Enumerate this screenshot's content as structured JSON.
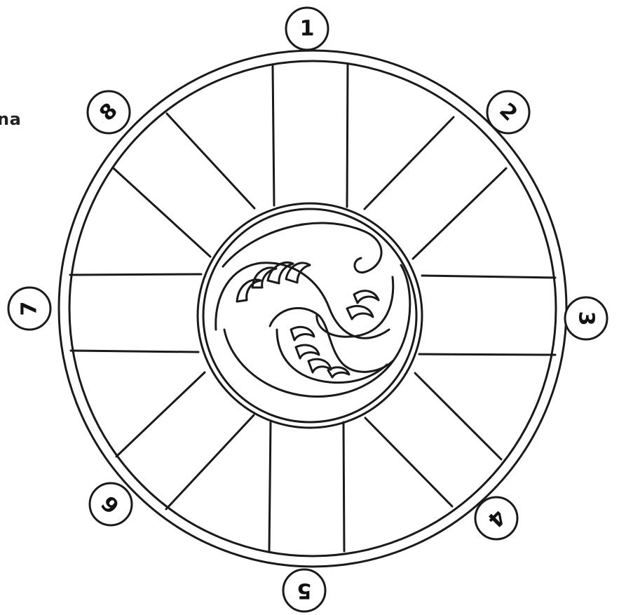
{
  "caption_fragment": "na",
  "wheel": {
    "numbers": [
      "1",
      "2",
      "3",
      "4",
      "5",
      "6",
      "7",
      "8"
    ]
  },
  "colors": {
    "ink": "#1a1a1a",
    "paper": "#ffffff"
  }
}
